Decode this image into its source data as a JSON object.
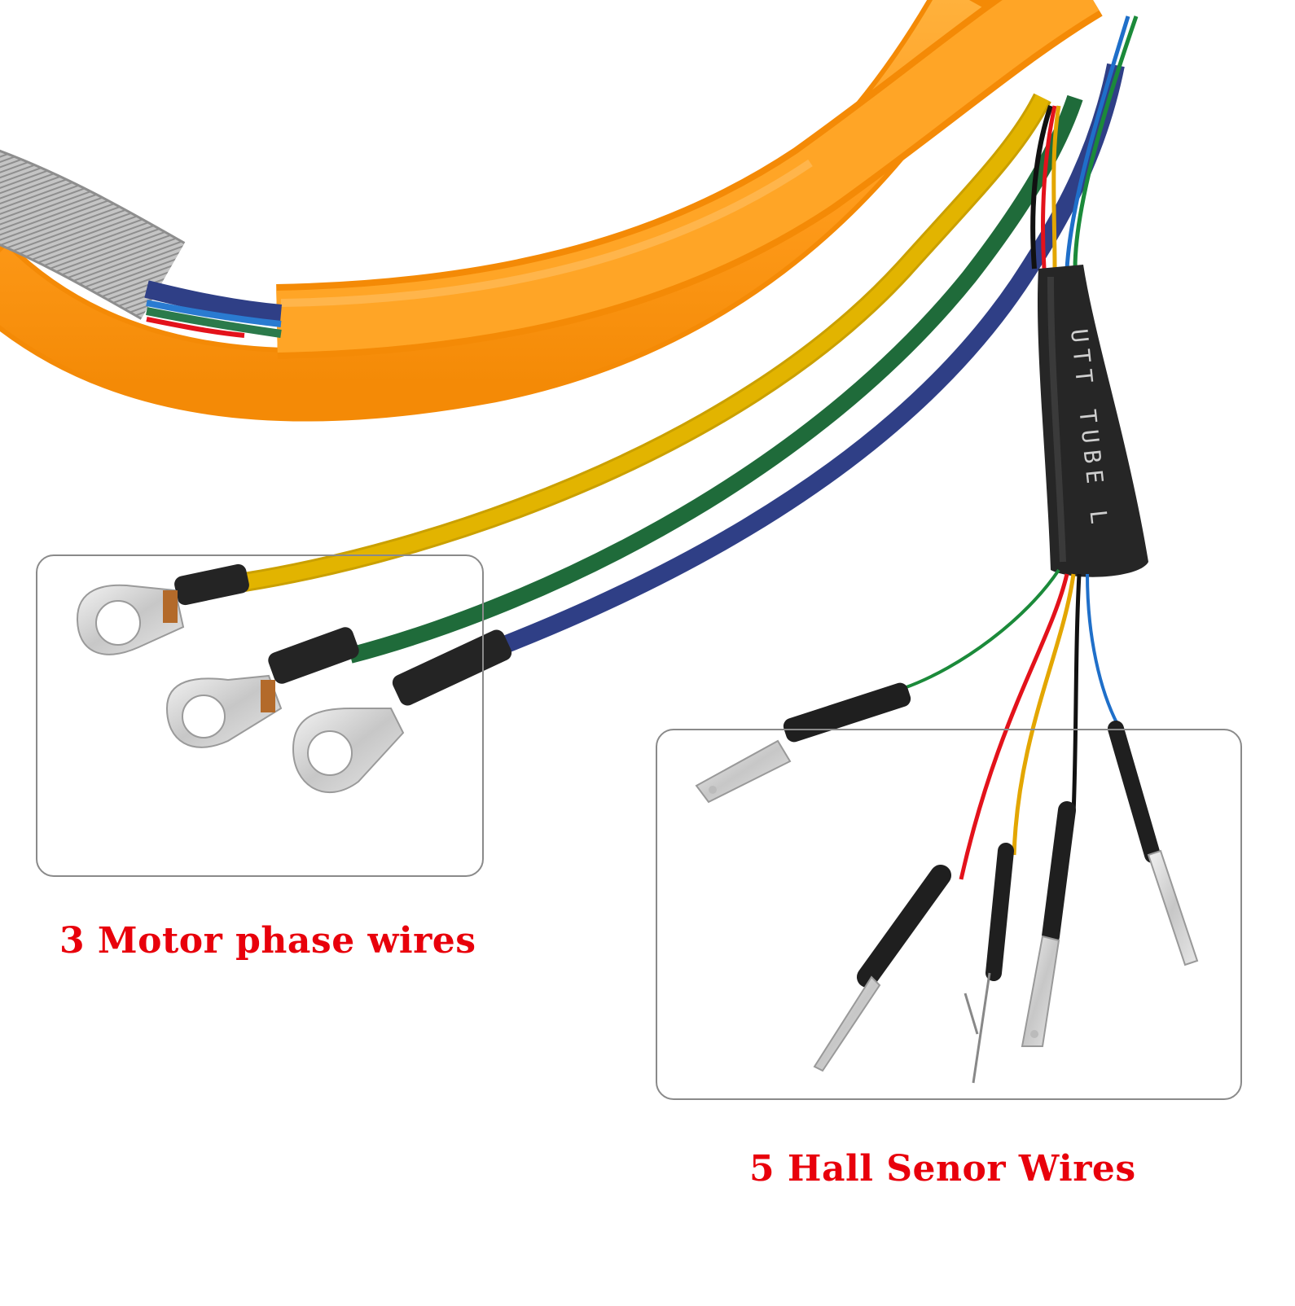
{
  "image": {
    "subject": "Brushless motor cable harness with phase wires and hall sensor wires",
    "background_color": "#ffffff"
  },
  "annotations": {
    "phase_wires": {
      "label": "3 Motor phase wires",
      "count": 3,
      "wire_colors": [
        "#e2b400",
        "#1f6b3a",
        "#2f3f86"
      ],
      "terminal_type": "ring-terminal"
    },
    "hall_wires": {
      "label": "5 Hall Senor Wires",
      "count": 5,
      "wire_colors": [
        "#1b8a3a",
        "#e3121b",
        "#e3a600",
        "#111111",
        "#1f6fc9"
      ],
      "terminal_type": "spade-pin-terminal"
    }
  },
  "heat_shrink": {
    "printed_text": "UTT TUBE L"
  },
  "colors": {
    "label_red": "#e8000b",
    "cable_orange": "#ff9a1a",
    "box_border": "#8a8a8a",
    "spring_silver": "#b9b9b9",
    "shrink_black": "#222222"
  }
}
